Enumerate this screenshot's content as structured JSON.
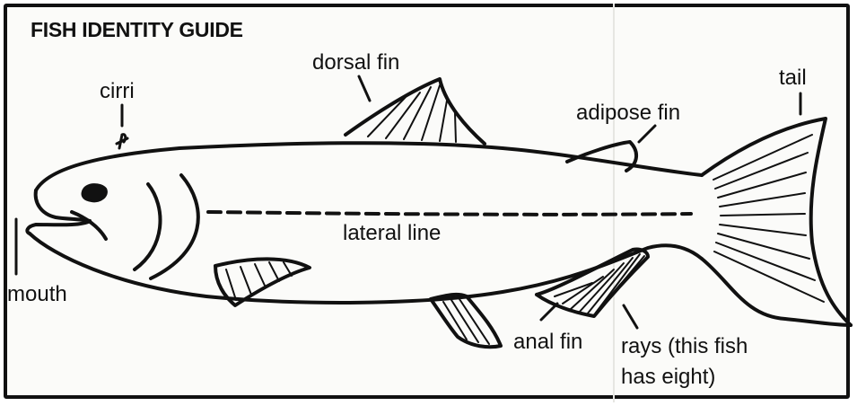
{
  "title": "FISH IDENTITY GUIDE",
  "labels": {
    "cirri": "cirri",
    "dorsal_fin": "dorsal fin",
    "tail": "tail",
    "adipose_fin": "adipose fin",
    "lateral_line": "lateral line",
    "mouth": "mouth",
    "anal_fin": "anal fin",
    "rays_line1": "rays (this fish",
    "rays_line2": "has eight)"
  },
  "colors": {
    "ink": "#111111",
    "paper": "#fbfbf9"
  }
}
